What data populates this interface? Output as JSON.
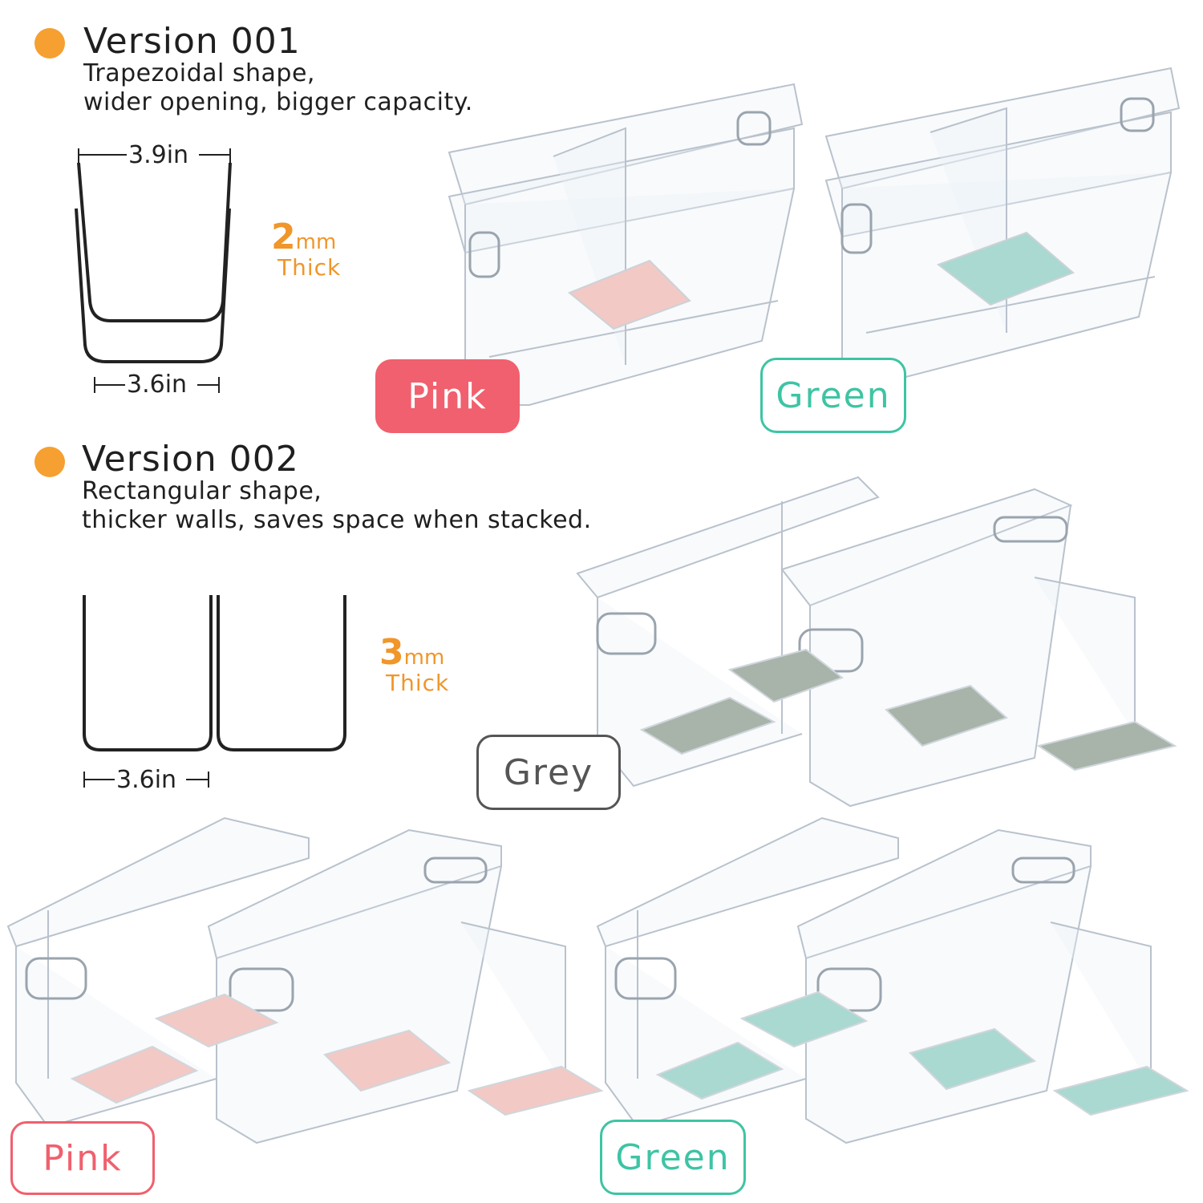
{
  "version001": {
    "title": "Version 001",
    "description_line1": "Trapezoidal shape,",
    "description_line2": "wider opening, bigger capacity.",
    "top_width": "3.9in",
    "bottom_width": "3.6in",
    "thickness_number": "2",
    "thickness_unit": "mm",
    "thickness_word": "Thick",
    "tag_pink": "Pink",
    "tag_green": "Green"
  },
  "version002": {
    "title": "Version 002",
    "description_line1": "Rectangular shape,",
    "description_line2": "thicker walls, saves space when stacked.",
    "bottom_width": "3.6in",
    "thickness_number": "3",
    "thickness_unit": "mm",
    "thickness_word": "Thick",
    "tag_grey": "Grey",
    "tag_pink": "Pink",
    "tag_green": "Green"
  },
  "colors": {
    "accent_orange": "#f5a030",
    "pink": "#f0606e",
    "green": "#3ec4a4",
    "grey": "#555555",
    "pad_pink": "#f2c9c4",
    "pad_green": "#a9d9d0",
    "pad_grey": "#a8b4aa"
  },
  "icons": {
    "bullet": "orange-circle",
    "bin": "clear-plastic-bin"
  }
}
